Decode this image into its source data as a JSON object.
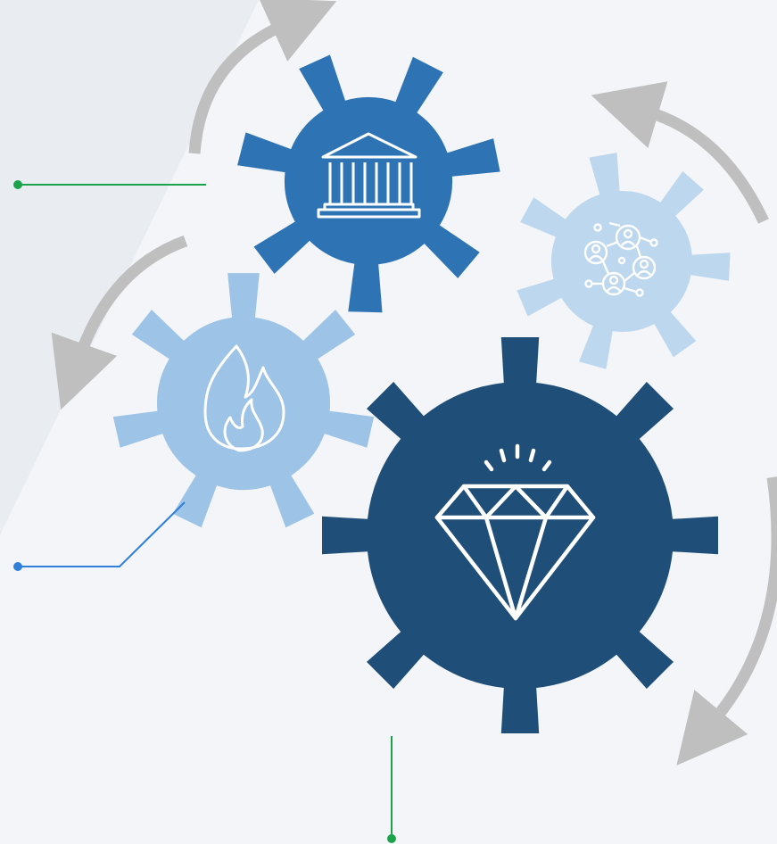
{
  "diagram": {
    "colors": {
      "background": "#f3f5f8",
      "background_band": "#e9edf2",
      "arrow": "#bfbfbf",
      "gear_bank": "#2e74b5",
      "gear_network": "#bdd7ee",
      "gear_fire": "#9dc3e6",
      "gear_diamond": "#1f4e79",
      "icon_stroke": "#ffffff",
      "callout_green": "#1aa34a",
      "callout_blue": "#2e7fd9"
    },
    "gears": [
      {
        "name": "gear-bank",
        "icon": "bank-icon",
        "color": "#2e74b5"
      },
      {
        "name": "gear-network",
        "icon": "network-people-icon",
        "color": "#bdd7ee"
      },
      {
        "name": "gear-fire",
        "icon": "fire-icon",
        "color": "#9dc3e6"
      },
      {
        "name": "gear-diamond",
        "icon": "diamond-icon",
        "color": "#1f4e79"
      }
    ],
    "arrows": [
      "cycle-arrow-top",
      "cycle-arrow-right-top",
      "cycle-arrow-left",
      "cycle-arrow-right-bottom"
    ],
    "callouts": [
      {
        "name": "callout-line-top-left",
        "color": "#1aa34a"
      },
      {
        "name": "callout-line-mid-left",
        "color": "#2e7fd9"
      },
      {
        "name": "callout-line-bottom",
        "color": "#1aa34a"
      }
    ]
  }
}
